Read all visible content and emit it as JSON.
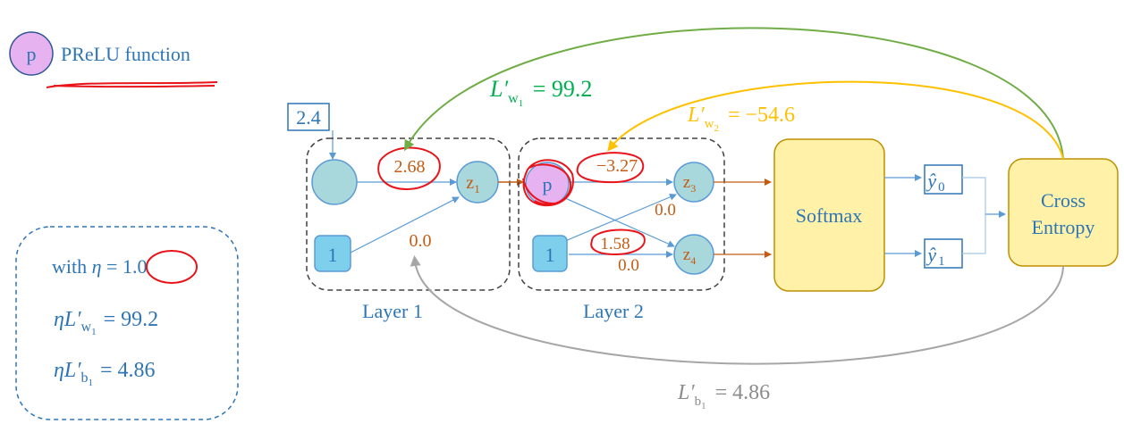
{
  "legend": {
    "node_letter": "p",
    "label": "PReLU function"
  },
  "settings": {
    "with_prefix": "with ",
    "eta": "η",
    "eq": "=",
    "eta_value": "1.0",
    "eta_lw1": "ηL′",
    "eta_lw1_sub": "w",
    "eta_lw1_subsub": "1",
    "eta_lw1_value": "= 99.2",
    "eta_lb1": "ηL′",
    "eta_lb1_sub": "b",
    "eta_lb1_subsub": "1",
    "eta_lb1_value": "= 4.86"
  },
  "input": {
    "value": "2.4"
  },
  "layer1": {
    "label": "Layer 1",
    "bias_node": "1",
    "output_node": "z",
    "output_sub": "1",
    "weight": "2.68",
    "bias_weight": "0.0"
  },
  "layer2": {
    "label": "Layer 2",
    "activation_node": "p",
    "bias_node": "1",
    "out_top": "z",
    "out_top_sub": "3",
    "out_bottom": "z",
    "out_bottom_sub": "4",
    "weight_top": "−3.27",
    "weight_cross": "0.0",
    "bias_top": "1.58",
    "bias_bottom": "0.0"
  },
  "softmax": {
    "label": "Softmax"
  },
  "outputs": {
    "y0": "ŷ",
    "y0_sub": "0",
    "y1": "ŷ",
    "y1_sub": "1"
  },
  "loss": {
    "line1": "Cross",
    "line2": "Entropy"
  },
  "gradients": {
    "lw1": {
      "main": "L′",
      "sub": "w",
      "subsub": "1",
      "value": " = 99.2"
    },
    "lw2": {
      "main": "L′",
      "sub": "w",
      "subsub": "2",
      "value": " = −54.6"
    },
    "lb1": {
      "main": "L′",
      "sub": "b",
      "subsub": "1",
      "value": " = 4.86"
    }
  },
  "colors": {
    "blue_text": "#2e75b6",
    "orange_text": "#c55a11",
    "green": "#70ad47",
    "green_text": "#00b050",
    "gold": "#ffc000",
    "gray": "#a6a6a6",
    "node_fill": "#a9d8dc",
    "node_stroke": "#5b9bd5",
    "box_fill": "#fff2a8",
    "box_stroke": "#bf9000",
    "legend_fill": "#e6b3f0",
    "red": "#e8141a"
  }
}
